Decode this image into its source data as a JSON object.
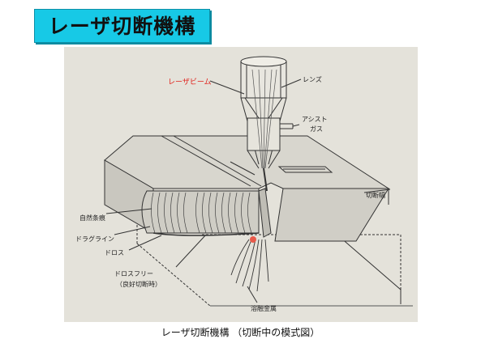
{
  "slide": {
    "title": "レーザ切断機構",
    "caption": "レーザ切断機構 （切断中の模式図）"
  },
  "diagram": {
    "labels": {
      "laser_beam": "レーザビーム",
      "lens": "レンズ",
      "assist_gas_line1": "アシスト",
      "assist_gas_line2": "ガス",
      "kerf_width": "切断幅",
      "natural_striations": "自然条痕",
      "drag_line": "ドラグライン",
      "dross": "ドロス",
      "dross_free_line1": "ドロスフリー",
      "dross_free_line2": "（良好切断時）",
      "molten_metal": "溶融金属"
    },
    "colors": {
      "photo_bg": "#e4e2da",
      "line": "#333333",
      "laser_label": "#e0201a",
      "title_bg": "#17c9e6"
    }
  }
}
